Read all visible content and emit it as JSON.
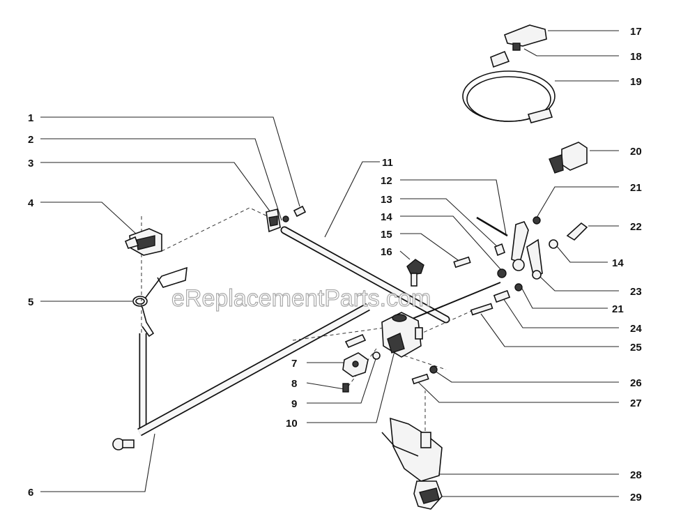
{
  "watermark": "eReplacementParts.com",
  "callouts": {
    "c1": "1",
    "c2": "2",
    "c3": "3",
    "c4": "4",
    "c5": "5",
    "c6": "6",
    "c7": "7",
    "c8": "8",
    "c9": "9",
    "c10": "10",
    "c11": "11",
    "c12": "12",
    "c13": "13",
    "c14a": "14",
    "c14b": "14",
    "c15": "15",
    "c16": "16",
    "c17": "17",
    "c18": "18",
    "c19": "19",
    "c20": "20",
    "c21a": "21",
    "c21b": "21",
    "c22": "22",
    "c23": "23",
    "c24": "24",
    "c25": "25",
    "c26": "26",
    "c27": "27",
    "c28": "28",
    "c29": "29"
  }
}
